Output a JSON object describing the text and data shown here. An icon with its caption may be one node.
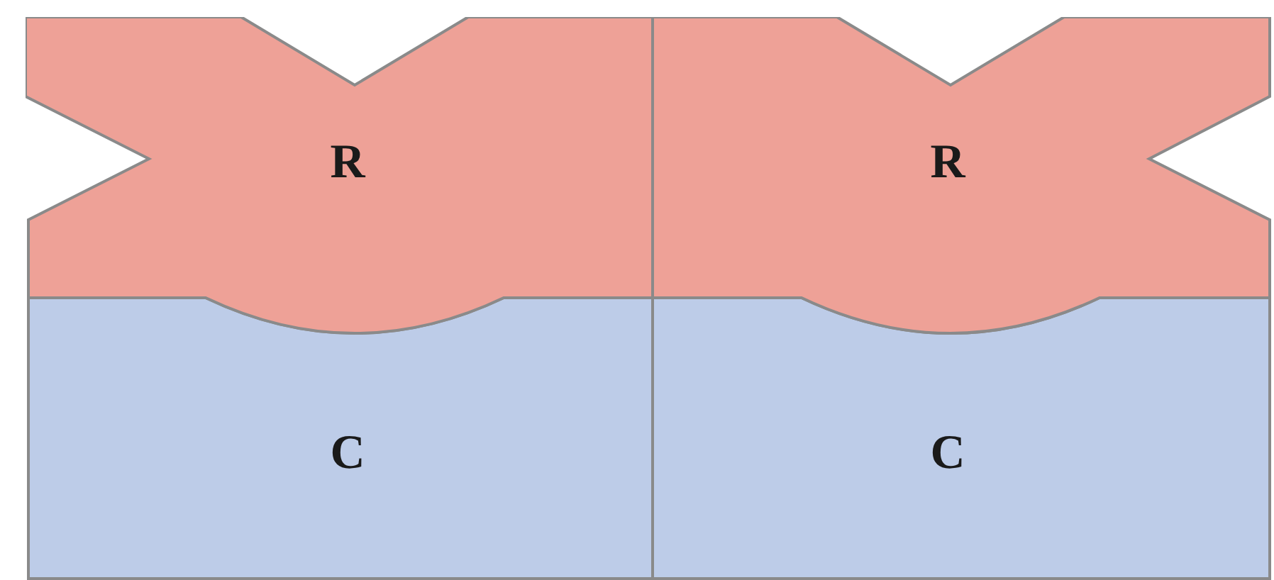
{
  "diagram": {
    "nodes": [
      {
        "text": [
          "R"
        ]
      },
      {
        "text": [
          "R"
        ]
      },
      {
        "text": [
          "C"
        ]
      },
      {
        "text": [
          "C"
        ]
      }
    ]
  }
}
